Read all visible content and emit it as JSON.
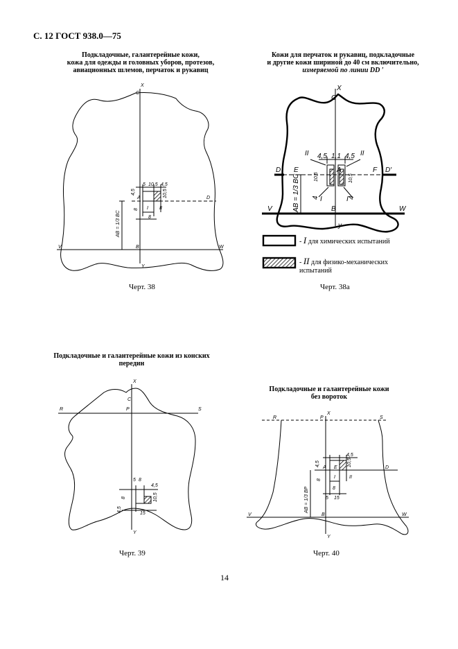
{
  "header": "С. 12 ГОСТ 938.0—75",
  "fig38": {
    "caption": [
      "Подкладочные, галантерейные кожи,",
      "кожа для одежды и головных уборов, протезов,",
      "авиационных шлемов, перчаток и рукавиц"
    ],
    "label": "Черт. 38",
    "ab_text": "AB = 1/3 BC",
    "dims": [
      "5",
      "10,5",
      "4,5",
      "4,5",
      "10,5",
      "8",
      "8"
    ],
    "points": [
      "X",
      "C",
      "A",
      "D",
      "I",
      "II",
      "V",
      "B",
      "W",
      "Y"
    ]
  },
  "fig38a": {
    "caption": [
      "Кожи для перчаток и рукавиц, подкладочные",
      "и другие кожи шириной до 40 см включительно,",
      "измеряемой по линии DD ′"
    ],
    "label": "Черт. 38а",
    "ab_text": "AB = 1/3 BC",
    "dims": [
      "4,5",
      "1,1",
      "4,5",
      "10,5",
      "10,5",
      "4",
      "4"
    ],
    "points": [
      "X",
      "C",
      "D",
      "E",
      "A",
      "F",
      "D′",
      "II",
      "II",
      "I",
      "I",
      "V",
      "B",
      "W",
      "y"
    ],
    "legend": [
      {
        "mark": "I",
        "text": "для химических испытаний"
      },
      {
        "mark": "II",
        "text": "для физико-механических испытаний"
      }
    ],
    "legend_dash": "-"
  },
  "fig39": {
    "caption": [
      "Подкладочные и галантерейные кожи из конских",
      "передин"
    ],
    "label": "Черт. 39",
    "dims": [
      "5",
      "8",
      "4,5",
      "8",
      "10,5",
      "4,5",
      "15"
    ],
    "points": [
      "X",
      "C",
      "R",
      "P",
      "S",
      "Y"
    ]
  },
  "fig40": {
    "caption": [
      "Подкладочные и галантерейные кожи",
      "без вороток"
    ],
    "label": "Черт. 40",
    "ab_text": "AB = 1/3 BP",
    "dims": [
      "4,5",
      "4,5",
      "10,5",
      "8",
      "8",
      "5",
      "15"
    ],
    "points": [
      "R",
      "P",
      "X",
      "S",
      "A",
      "E",
      "D",
      "I",
      "II",
      "V",
      "B",
      "W",
      "Y"
    ]
  },
  "page_number": "14"
}
